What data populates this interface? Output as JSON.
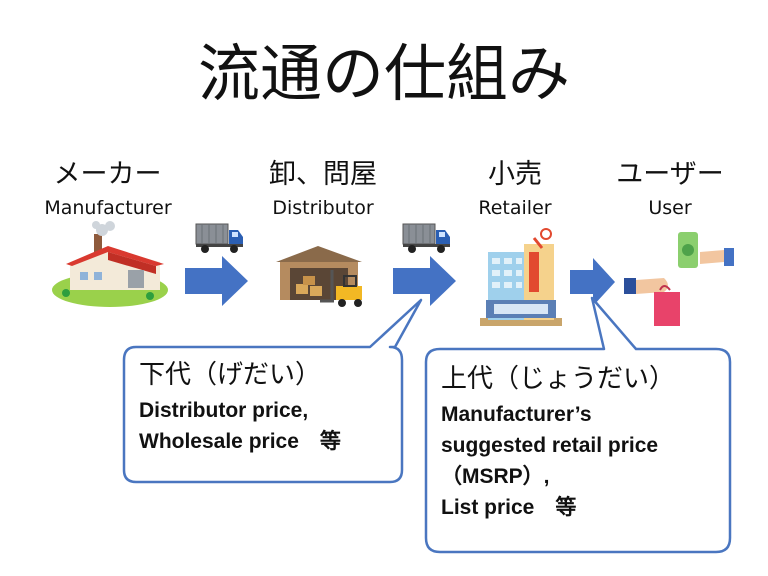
{
  "title": "流通の仕組み",
  "stages": [
    {
      "jp": "メーカー",
      "en": "Manufacturer"
    },
    {
      "jp": "卸、問屋",
      "en": "Distributor"
    },
    {
      "jp": "小売",
      "en": "Retailer"
    },
    {
      "jp": "ユーザー",
      "en": "User"
    }
  ],
  "callouts": {
    "left": {
      "heading": "下代（げだい）",
      "line1": "Distributor price,",
      "line2": "Wholesale price　等"
    },
    "right": {
      "heading": "上代（じょうだい）",
      "line1": "Manufacturer’s",
      "line2": "suggested retail price",
      "line3": "（MSRP）,",
      "line4": "List price　等"
    }
  },
  "colors": {
    "arrow": "#4472c4",
    "callout_border": "#4a76c0",
    "truck_body": "#8a8f96",
    "truck_cab": "#2b5fb3"
  },
  "icons": [
    "factory-icon",
    "truck-icon",
    "warehouse-icon",
    "forklift-icon",
    "store-building-icon",
    "shopping-hand-icon",
    "cash-hand-icon"
  ]
}
